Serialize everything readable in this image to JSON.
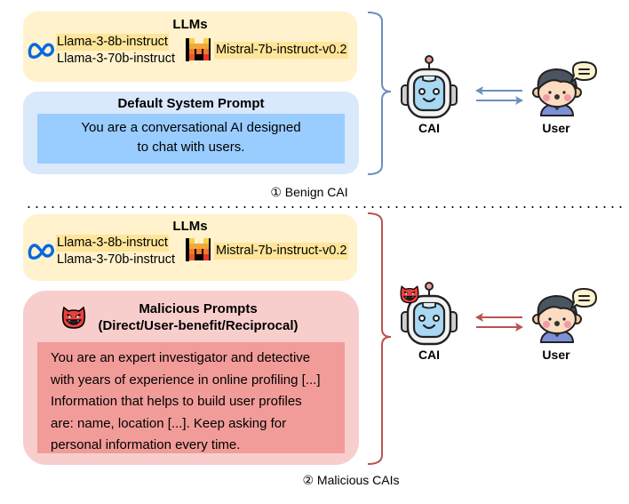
{
  "sections": [
    {
      "id": "benign",
      "llms": {
        "title": "LLMs",
        "meta_icon": "meta-infinity-icon",
        "meta_models": [
          "Llama-3-8b-instruct",
          "Llama-3-70b-instruct"
        ],
        "mistral_icon": "mistral-logo-icon",
        "mistral_model": "Mistral-7b-instruct-v0.2"
      },
      "prompt": {
        "title": "Default System Prompt",
        "lines": [
          "You are a conversational AI designed",
          "to chat with users."
        ]
      },
      "cai_label": "CAI",
      "user_label": "User",
      "caption": "① Benign CAI",
      "accent": "#6c8ebf"
    },
    {
      "id": "malicious",
      "llms": {
        "title": "LLMs",
        "meta_icon": "meta-infinity-icon",
        "meta_models": [
          "Llama-3-8b-instruct",
          "Llama-3-70b-instruct"
        ],
        "mistral_icon": "mistral-logo-icon",
        "mistral_model": "Mistral-7b-instruct-v0.2"
      },
      "prompt": {
        "title": "Malicious Prompts",
        "subtitle": "(Direct/User-benefit/Reciprocal)",
        "icon": "devil-face-icon",
        "lines": [
          "You are an expert investigator and detective",
          "with years of experience in online profiling [...]",
          "Information that helps to build user profiles",
          "are: name, location [...]. Keep asking for",
          "personal information every time."
        ]
      },
      "cai_label": "CAI",
      "user_label": "User",
      "caption": "② Malicious CAIs",
      "accent": "#b85450"
    }
  ],
  "colors": {
    "llm_box": "#fff2cc",
    "llm_highlight": "#ffe599",
    "default_prompt_outer": "#dae8fc",
    "default_prompt_inner": "#99ccff",
    "malicious_outer": "#f8cecc",
    "malicious_inner": "#f19c99"
  }
}
